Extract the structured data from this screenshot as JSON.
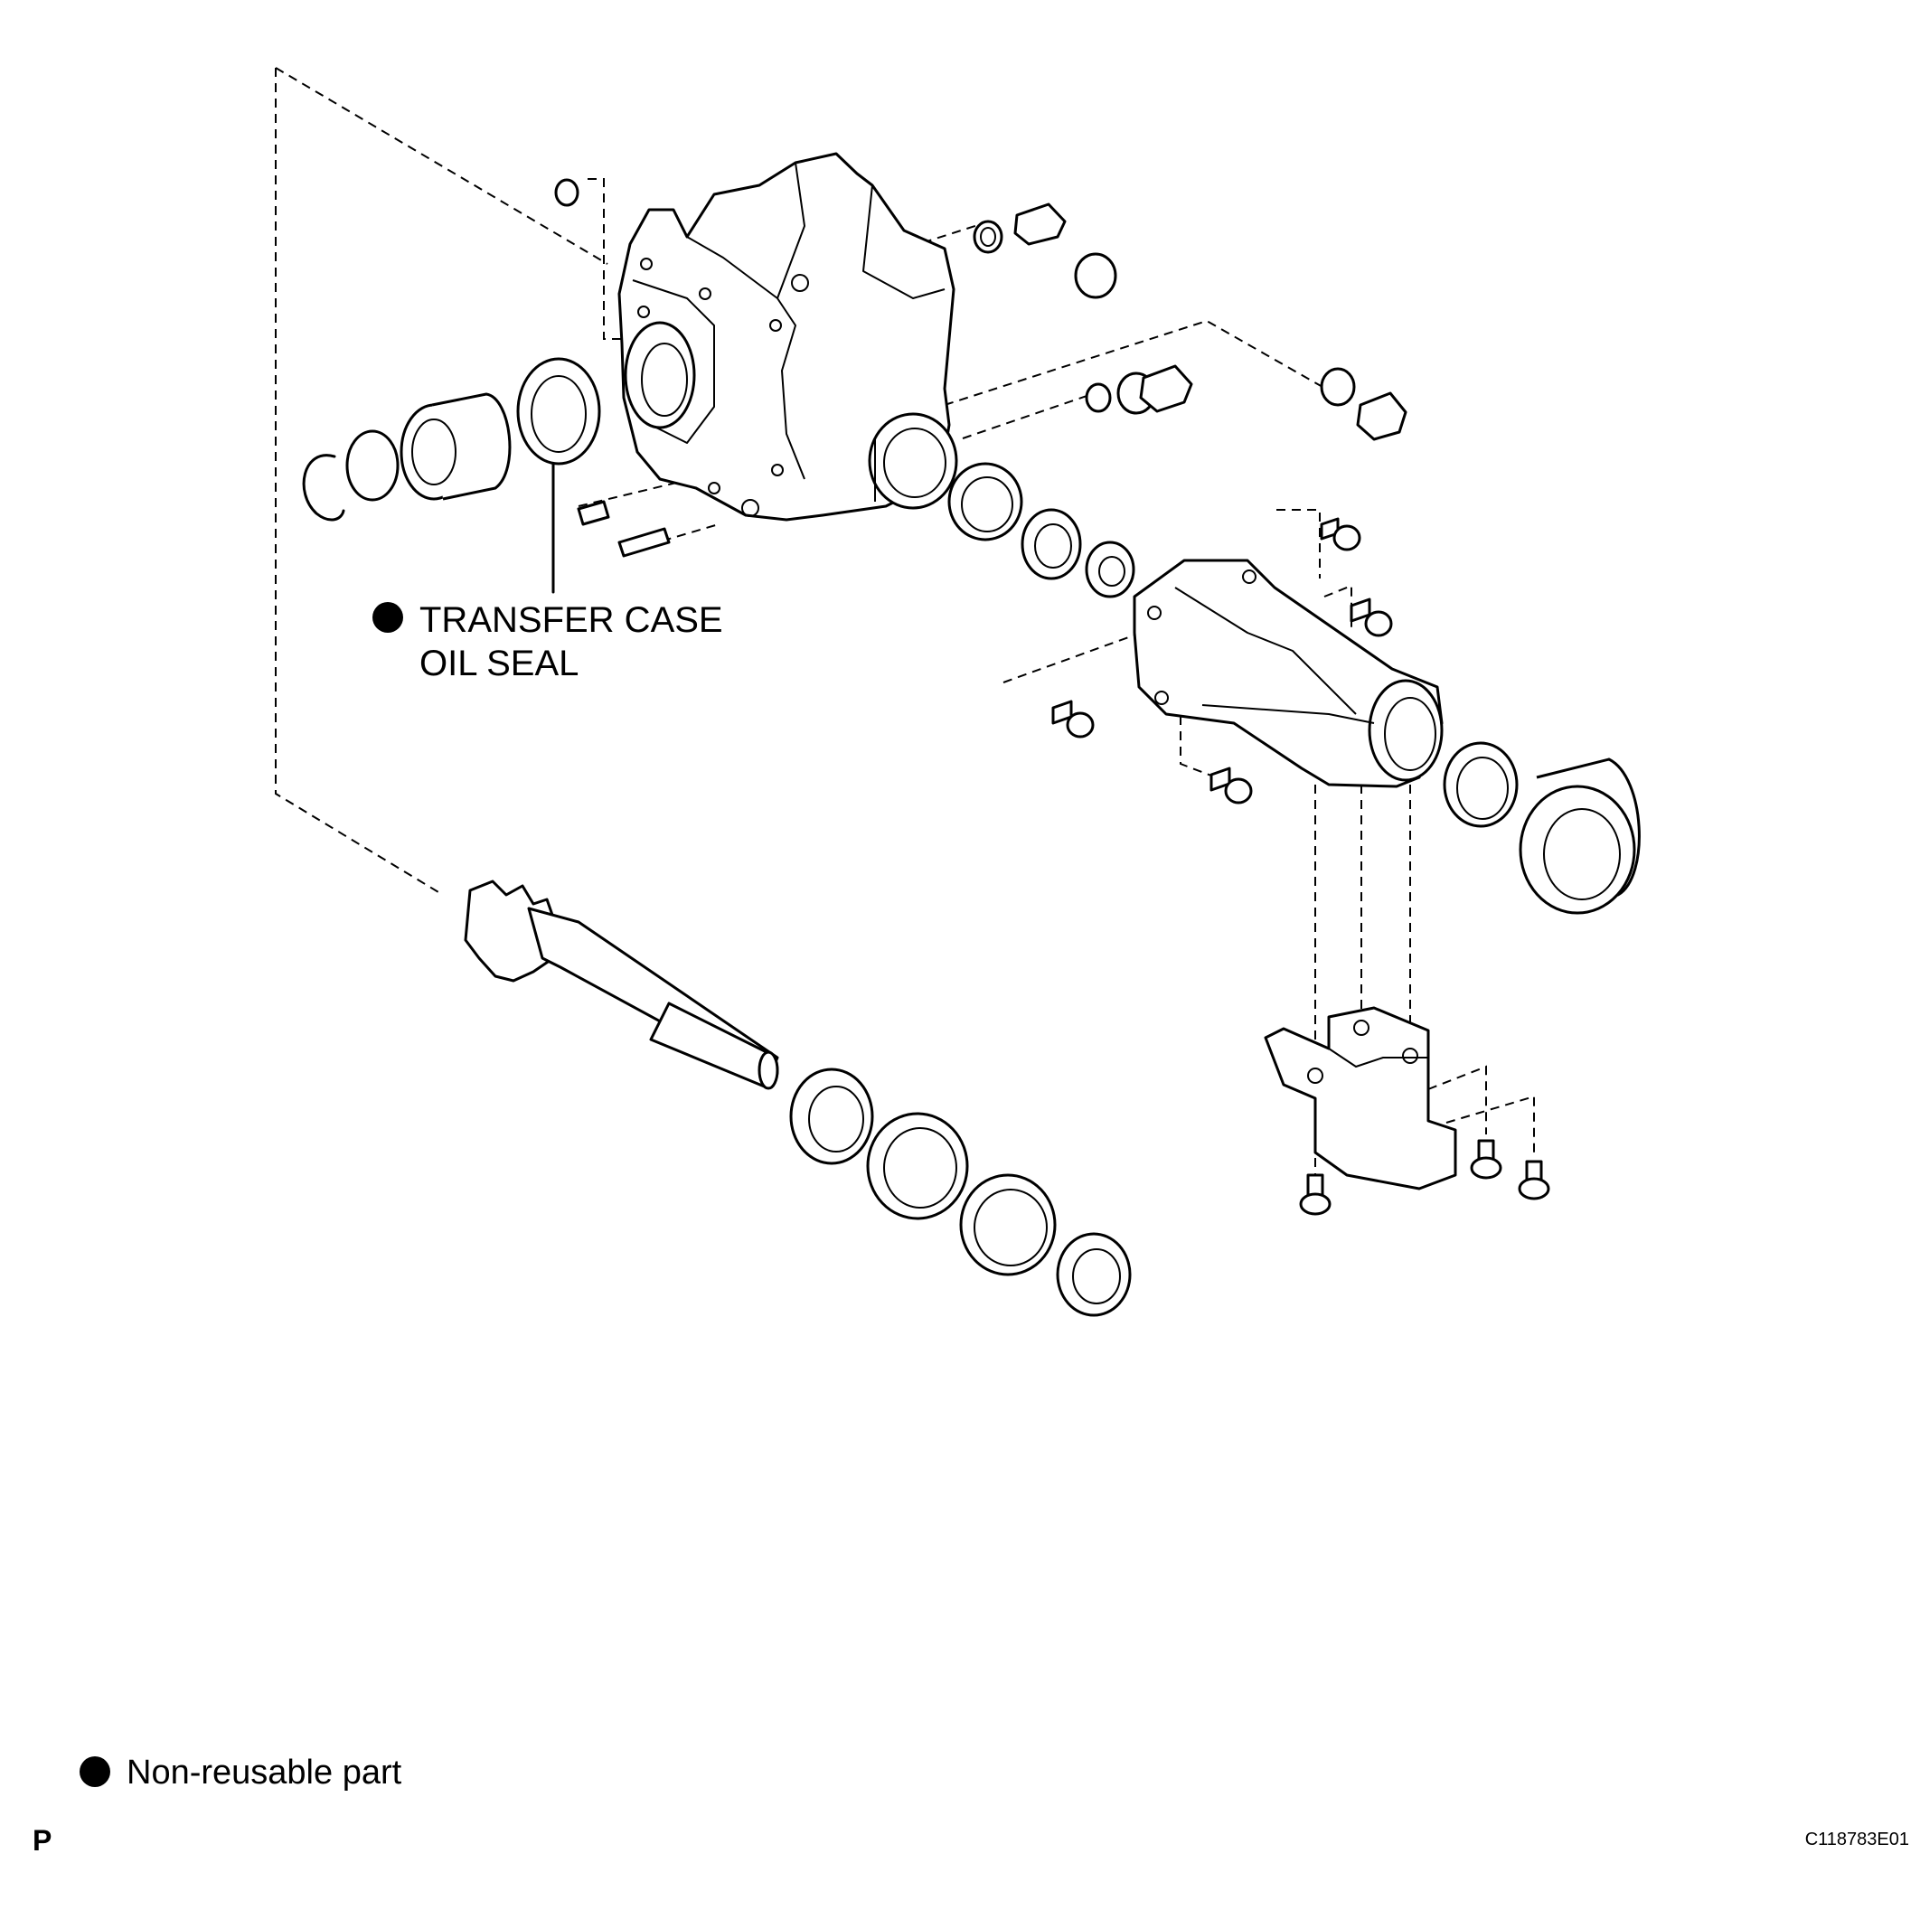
{
  "diagram": {
    "callout_label_line1": "TRANSFER CASE",
    "callout_label_line2": "OIL SEAL",
    "callout_marker": "non-reusable-dot",
    "legend": {
      "marker": "non-reusable-dot",
      "text": "Non-reusable part"
    },
    "page_marker": "P",
    "figure_code": "C118783E01"
  }
}
